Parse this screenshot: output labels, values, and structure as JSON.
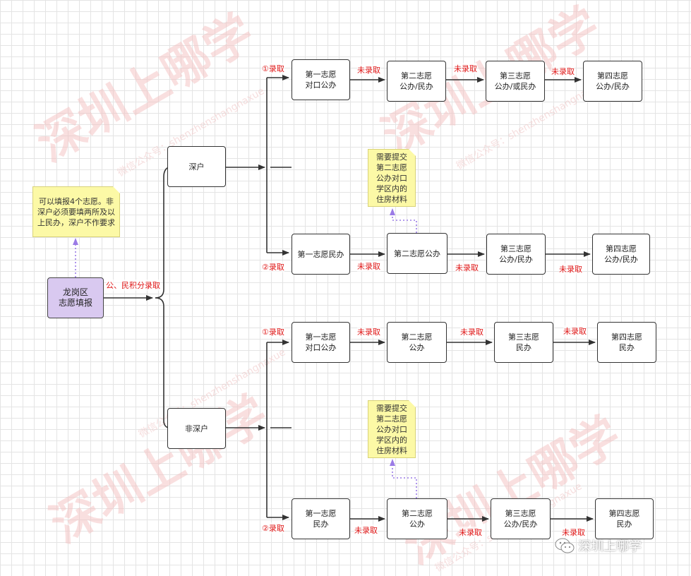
{
  "colors": {
    "accent_label": "#e01818",
    "start_fill": "#d9c9f0",
    "note_fill": "#fcf9a6",
    "dotted_arrow": "#9b7be6"
  },
  "watermark": {
    "big": "深圳上哪学",
    "small": "微信公众号：shenzhenshangnaxue"
  },
  "brand": {
    "icon": "wechat-icon",
    "text": "深圳上哪学"
  },
  "root": "龙岗区\n志愿填报",
  "root_label": "公、民积分录取",
  "note_root": "可以填报4个志愿。非\n深户必须要填两所及以\n上民办，深户不作要求",
  "shen": {
    "label": "深户",
    "row1": {
      "tag": "①录取",
      "steps": [
        "第一志愿\n对口公办",
        "第二志愿\n公办/民办",
        "第三志愿\n公办/或民办",
        "第四志愿\n公办/民办"
      ],
      "edges": [
        "未录取",
        "未录取",
        "未录取"
      ]
    },
    "note": "需要提交\n第二志愿\n公办对口\n学区内的\n住房材料",
    "row2": {
      "tag": "②录取",
      "steps": [
        "第一志愿民办",
        "第二志愿公办",
        "第三志愿\n公办/民办",
        "第四志愿\n公办/民办"
      ],
      "edges": [
        "未录取",
        "未录取",
        "未录取"
      ]
    }
  },
  "fei": {
    "label": "非深户",
    "row1": {
      "tag": "①录取",
      "steps": [
        "第一志愿\n对口公办",
        "第二志愿\n公办",
        "第三志愿\n民办",
        "第四志愿\n民办"
      ],
      "edges": [
        "未录取",
        "未录取",
        "未录取"
      ]
    },
    "note": "需要提交\n第二志愿\n公办对口\n学区内的\n住房材料",
    "row2": {
      "tag": "②录取",
      "steps": [
        "第一志愿\n民办",
        "第二志愿\n公办",
        "第三志愿\n公办/民办",
        "第四志愿\n民办"
      ],
      "edges": [
        "未录取",
        "未录取",
        "未录取"
      ]
    }
  }
}
